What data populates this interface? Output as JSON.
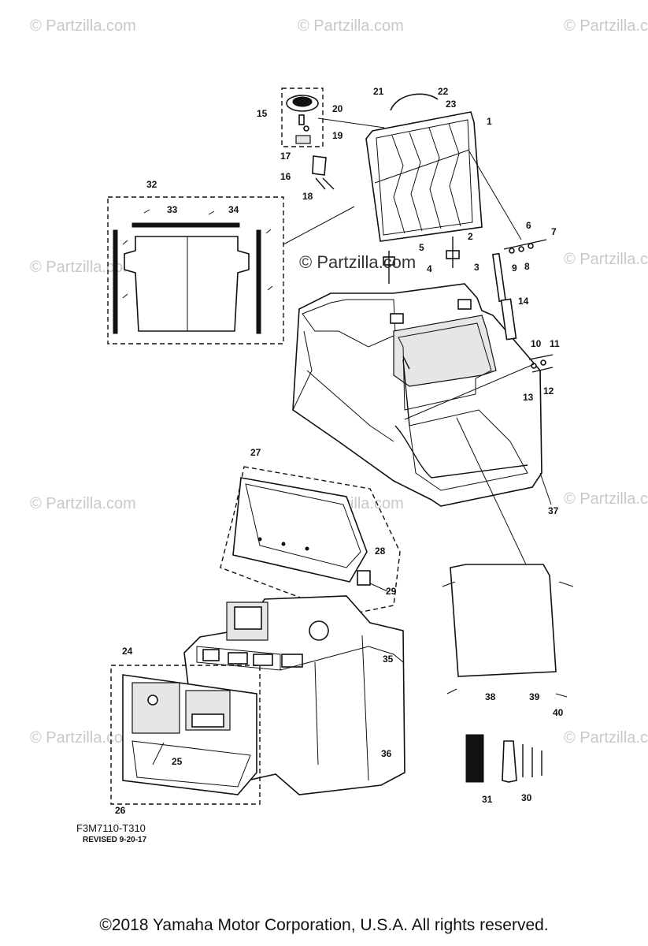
{
  "watermark_text": "© Partzilla.com",
  "center_watermark": "© Partzilla.com",
  "figure_code": "F3M7110-T310",
  "revised": "REVISED 9-20-17",
  "copyright": "©2018  Yamaha Motor Corporation, U.S.A. All rights reserved.",
  "callouts": {
    "c1": "1",
    "c2": "2",
    "c3": "3",
    "c4": "4",
    "c5": "5",
    "c6": "6",
    "c7": "7",
    "c8": "8",
    "c9": "9",
    "c10": "10",
    "c11": "11",
    "c12": "12",
    "c13": "13",
    "c14": "14",
    "c15": "15",
    "c16": "16",
    "c17": "17",
    "c18": "18",
    "c19": "19",
    "c20": "20",
    "c21": "21",
    "c22": "22",
    "c23": "23",
    "c24": "24",
    "c25": "25",
    "c26": "26",
    "c27": "27",
    "c28": "28",
    "c29": "29",
    "c30": "30",
    "c31": "31",
    "c32": "32",
    "c33": "33",
    "c34": "34",
    "c35": "35",
    "c36": "36",
    "c37": "37",
    "c38": "38",
    "c39": "39",
    "c40": "40"
  }
}
